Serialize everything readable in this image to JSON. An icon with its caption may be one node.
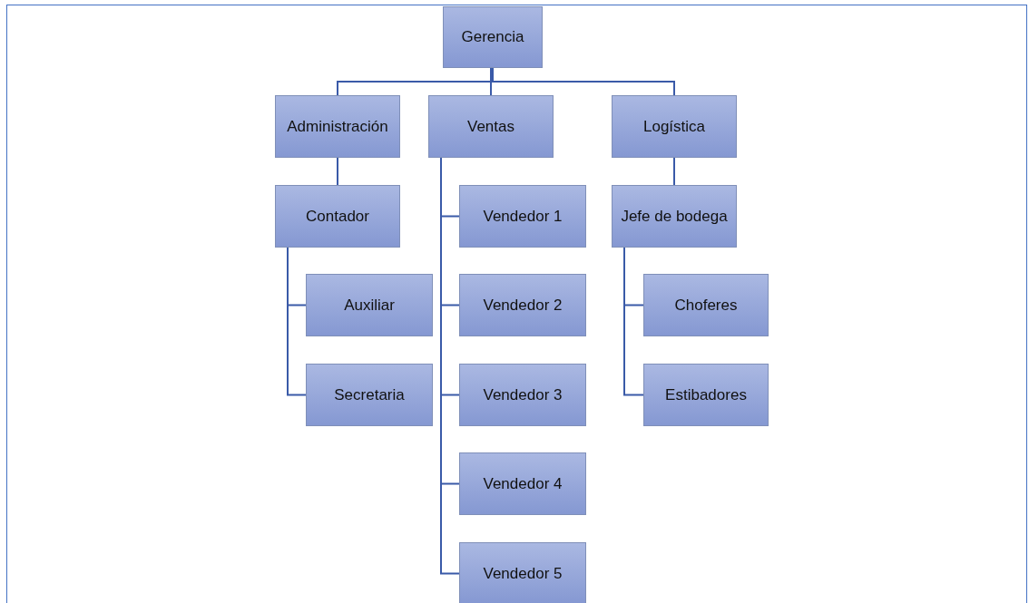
{
  "diagram": {
    "nodes": [
      {
        "text": [
          "Gerencia"
        ]
      },
      {
        "text": [
          "Administración"
        ]
      },
      {
        "text": [
          "Ventas"
        ]
      },
      {
        "text": [
          "Logística"
        ]
      },
      {
        "text": [
          "Contador"
        ]
      },
      {
        "text": [
          "Auxiliar"
        ]
      },
      {
        "text": [
          "Secretaria"
        ]
      },
      {
        "text": [
          "Vendedor 1"
        ]
      },
      {
        "text": [
          "Vendedor 2"
        ]
      },
      {
        "text": [
          "Vendedor 3"
        ]
      },
      {
        "text": [
          "Vendedor 4"
        ]
      },
      {
        "text": [
          "Vendedor 5"
        ]
      },
      {
        "text": [
          "Jefe de bodega"
        ]
      },
      {
        "text": [
          "Choferes"
        ]
      },
      {
        "text": [
          "Estibadores"
        ]
      }
    ],
    "edges": [
      {
        "from": 0,
        "to": 1,
        "arrow": "none"
      },
      {
        "from": 0,
        "to": 2,
        "arrow": "none"
      },
      {
        "from": 0,
        "to": 3,
        "arrow": "none"
      },
      {
        "from": 1,
        "to": 4,
        "arrow": "none"
      },
      {
        "from": 4,
        "to": 5,
        "arrow": "none"
      },
      {
        "from": 4,
        "to": 6,
        "arrow": "none"
      },
      {
        "from": 2,
        "to": 7,
        "arrow": "none"
      },
      {
        "from": 2,
        "to": 8,
        "arrow": "none"
      },
      {
        "from": 2,
        "to": 9,
        "arrow": "none"
      },
      {
        "from": 2,
        "to": 10,
        "arrow": "none"
      },
      {
        "from": 2,
        "to": 11,
        "arrow": "none"
      },
      {
        "from": 3,
        "to": 12,
        "arrow": "none"
      },
      {
        "from": 12,
        "to": 13,
        "arrow": "none"
      },
      {
        "from": 12,
        "to": 14,
        "arrow": "none"
      }
    ]
  }
}
